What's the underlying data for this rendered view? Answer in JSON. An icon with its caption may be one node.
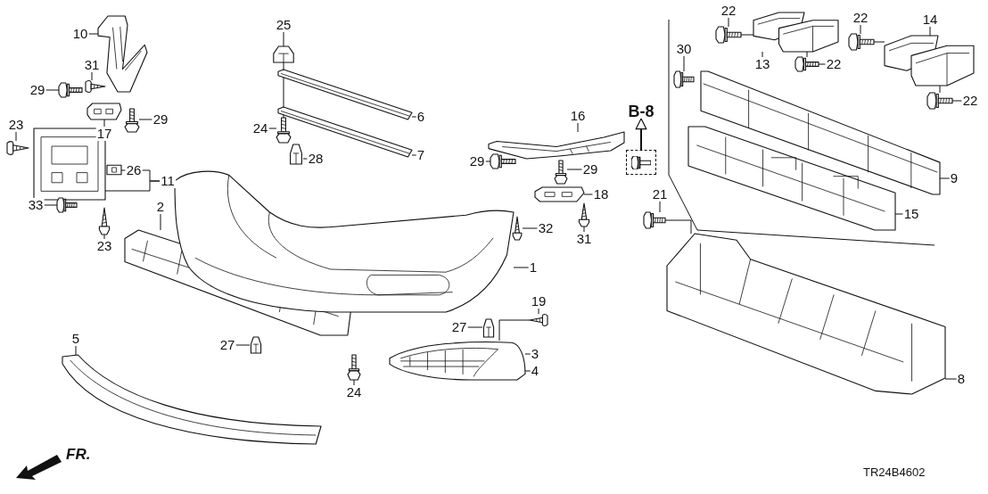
{
  "diagram": {
    "nodes": [
      {
        "text": [
          "10"
        ]
      },
      {
        "text": [],
        "shape": "picture"
      },
      {
        "text": [
          "31"
        ]
      },
      {
        "text": [],
        "shape": "picture"
      },
      {
        "text": [
          "29"
        ]
      },
      {
        "text": [],
        "shape": "picture"
      },
      {
        "text": [
          "17"
        ]
      },
      {
        "text": [],
        "shape": "picture"
      },
      {
        "text": [
          "29"
        ]
      },
      {
        "text": [],
        "shape": "picture"
      },
      {
        "text": [
          "23"
        ]
      },
      {
        "text": [],
        "shape": "picture"
      },
      {
        "text": [
          "26"
        ]
      },
      {
        "text": [],
        "shape": "picture"
      },
      {
        "text": [
          "11"
        ]
      },
      {
        "text": [],
        "shape": "picture"
      },
      {
        "text": [
          "33"
        ]
      },
      {
        "text": [],
        "shape": "picture"
      },
      {
        "text": [
          "23"
        ]
      },
      {
        "text": [],
        "shape": "picture"
      },
      {
        "text": [
          "2"
        ]
      },
      {
        "text": [],
        "shape": "picture"
      },
      {
        "text": [
          "25"
        ]
      },
      {
        "text": [],
        "shape": "picture"
      },
      {
        "text": [
          "24"
        ]
      },
      {
        "text": [],
        "shape": "picture"
      },
      {
        "text": [
          "28"
        ]
      },
      {
        "text": [],
        "shape": "picture"
      },
      {
        "text": [
          "6"
        ]
      },
      {
        "text": [],
        "shape": "picture"
      },
      {
        "text": [
          "7"
        ]
      },
      {
        "text": [],
        "shape": "picture"
      },
      {
        "text": [
          "1"
        ]
      },
      {
        "text": [],
        "shape": "picture"
      },
      {
        "text": [
          "5"
        ]
      },
      {
        "text": [],
        "shape": "picture"
      },
      {
        "text": [
          "27"
        ]
      },
      {
        "text": [],
        "shape": "picture"
      },
      {
        "text": [
          "24"
        ]
      },
      {
        "text": [],
        "shape": "picture"
      },
      {
        "text": [
          "27"
        ]
      },
      {
        "text": [],
        "shape": "picture"
      },
      {
        "text": [
          "19"
        ]
      },
      {
        "text": [],
        "shape": "picture"
      },
      {
        "text": [
          "3"
        ]
      },
      {
        "text": [
          "4"
        ]
      },
      {
        "text": [],
        "shape": "picture"
      },
      {
        "text": [
          "32"
        ]
      },
      {
        "text": [],
        "shape": "picture"
      },
      {
        "text": [
          "16"
        ]
      },
      {
        "text": [],
        "shape": "picture"
      },
      {
        "text": [
          "29"
        ]
      },
      {
        "text": [],
        "shape": "picture"
      },
      {
        "text": [
          "29"
        ]
      },
      {
        "text": [],
        "shape": "picture"
      },
      {
        "text": [
          "18"
        ]
      },
      {
        "text": [],
        "shape": "picture"
      },
      {
        "text": [
          "31"
        ]
      },
      {
        "text": [],
        "shape": "picture"
      },
      {
        "text": [
          "B-8"
        ]
      },
      {
        "text": [],
        "shape": "box"
      },
      {
        "text": [
          "30"
        ]
      },
      {
        "text": [],
        "shape": "picture"
      },
      {
        "text": [
          "22"
        ]
      },
      {
        "text": [],
        "shape": "picture"
      },
      {
        "text": [
          "13"
        ]
      },
      {
        "text": [],
        "shape": "picture"
      },
      {
        "text": [
          "22"
        ]
      },
      {
        "text": [],
        "shape": "picture"
      },
      {
        "text": [
          "22"
        ]
      },
      {
        "text": [],
        "shape": "picture"
      },
      {
        "text": [
          "14"
        ]
      },
      {
        "text": [],
        "shape": "picture"
      },
      {
        "text": [
          "22"
        ]
      },
      {
        "text": [],
        "shape": "picture"
      },
      {
        "text": [
          "9"
        ]
      },
      {
        "text": [],
        "shape": "picture"
      },
      {
        "text": [
          "15"
        ]
      },
      {
        "text": [],
        "shape": "picture"
      },
      {
        "text": [
          "21"
        ]
      },
      {
        "text": [],
        "shape": "picture"
      },
      {
        "text": [
          "8"
        ]
      },
      {
        "text": [],
        "shape": "picture"
      }
    ],
    "edges": [
      {
        "from": 0,
        "to": 1,
        "arrow": "none"
      },
      {
        "from": 2,
        "to": 3,
        "arrow": "none"
      },
      {
        "from": 4,
        "to": 5,
        "arrow": "none"
      },
      {
        "from": 6,
        "to": 7,
        "arrow": "none"
      },
      {
        "from": 8,
        "to": 9,
        "arrow": "none"
      },
      {
        "from": 10,
        "to": 11,
        "arrow": "none"
      },
      {
        "from": 12,
        "to": 13,
        "arrow": "none"
      },
      {
        "from": 14,
        "to": 15,
        "arrow": "none"
      },
      {
        "from": 16,
        "to": 17,
        "arrow": "none"
      },
      {
        "from": 18,
        "to": 19,
        "arrow": "none"
      },
      {
        "from": 20,
        "to": 21,
        "arrow": "none"
      },
      {
        "from": 22,
        "to": 23,
        "arrow": "none"
      },
      {
        "from": 24,
        "to": 25,
        "arrow": "none"
      },
      {
        "from": 26,
        "to": 27,
        "arrow": "none"
      },
      {
        "from": 28,
        "to": 29,
        "arrow": "none"
      },
      {
        "from": 30,
        "to": 31,
        "arrow": "none"
      },
      {
        "from": 32,
        "to": 33,
        "arrow": "none"
      },
      {
        "from": 34,
        "to": 35,
        "arrow": "none"
      },
      {
        "from": 36,
        "to": 37,
        "arrow": "none"
      },
      {
        "from": 38,
        "to": 39,
        "arrow": "none"
      },
      {
        "from": 40,
        "to": 41,
        "arrow": "none"
      },
      {
        "from": 42,
        "to": 43,
        "arrow": "none"
      },
      {
        "from": 44,
        "to": 46,
        "arrow": "none"
      },
      {
        "from": 45,
        "to": 46,
        "arrow": "none"
      },
      {
        "from": 47,
        "to": 48,
        "arrow": "none"
      },
      {
        "from": 49,
        "to": 50,
        "arrow": "none"
      },
      {
        "from": 51,
        "to": 52,
        "arrow": "none"
      },
      {
        "from": 53,
        "to": 54,
        "arrow": "none"
      },
      {
        "from": 55,
        "to": 56,
        "arrow": "none"
      },
      {
        "from": 57,
        "to": 58,
        "arrow": "none"
      },
      {
        "from": 60,
        "to": 59,
        "arrow": "to"
      },
      {
        "from": 61,
        "to": 62,
        "arrow": "none"
      },
      {
        "from": 63,
        "to": 64,
        "arrow": "none"
      },
      {
        "from": 65,
        "to": 66,
        "arrow": "none"
      },
      {
        "from": 67,
        "to": 68,
        "arrow": "none"
      },
      {
        "from": 69,
        "to": 70,
        "arrow": "none"
      },
      {
        "from": 71,
        "to": 72,
        "arrow": "none"
      },
      {
        "from": 73,
        "to": 74,
        "arrow": "none"
      },
      {
        "from": 75,
        "to": 76,
        "arrow": "none"
      },
      {
        "from": 77,
        "to": 78,
        "arrow": "none"
      },
      {
        "from": 79,
        "to": 80,
        "arrow": "none"
      },
      {
        "from": 81,
        "to": 82,
        "arrow": "none"
      },
      {
        "from": 23,
        "to": 25,
        "arrow": "none"
      },
      {
        "from": 64,
        "to": 66,
        "arrow": "none"
      },
      {
        "from": 68,
        "to": 66,
        "arrow": "none"
      },
      {
        "from": 70,
        "to": 72,
        "arrow": "none"
      },
      {
        "from": 74,
        "to": 72,
        "arrow": "none"
      },
      {
        "from": 80,
        "to": 82,
        "arrow": "none"
      },
      {
        "from": 43,
        "to": 46,
        "arrow": "none"
      },
      {
        "from": 12,
        "to": 14,
        "arrow": "none"
      }
    ],
    "labels": [
      "FR.",
      "TR24B4602"
    ]
  }
}
